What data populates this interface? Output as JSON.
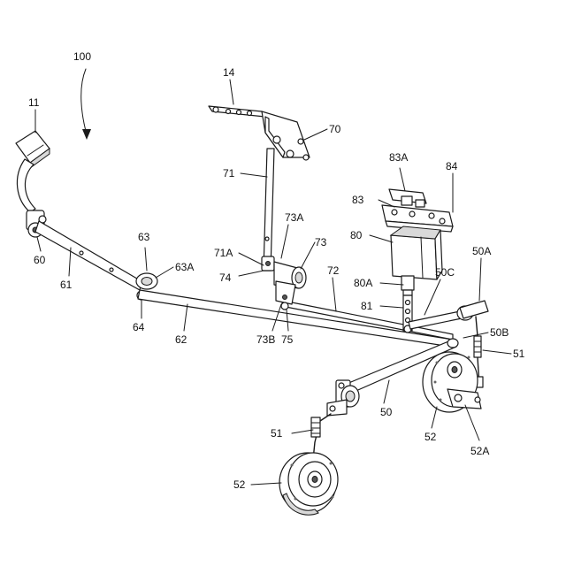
{
  "labels": {
    "l100": "100",
    "l11": "11",
    "l14": "14",
    "l70": "70",
    "l71": "71",
    "l73A": "73A",
    "l73": "73",
    "l71A": "71A",
    "l74": "74",
    "l72": "72",
    "l73B": "73B",
    "l75": "75",
    "l83A": "83A",
    "l83": "83",
    "l84": "84",
    "l80": "80",
    "l80A": "80A",
    "l81": "81",
    "l50C": "50C",
    "l50A": "50A",
    "l50B": "50B",
    "l51r": "51",
    "l50": "50",
    "l52r": "52",
    "l52A": "52A",
    "l51b": "51",
    "l52b": "52",
    "l60": "60",
    "l61": "61",
    "l63": "63",
    "l63A": "63A",
    "l64": "64",
    "l62": "62"
  },
  "colors": {
    "ink": "#1a1a1a",
    "paper": "#ffffff",
    "shade": "#d9d9d9"
  }
}
